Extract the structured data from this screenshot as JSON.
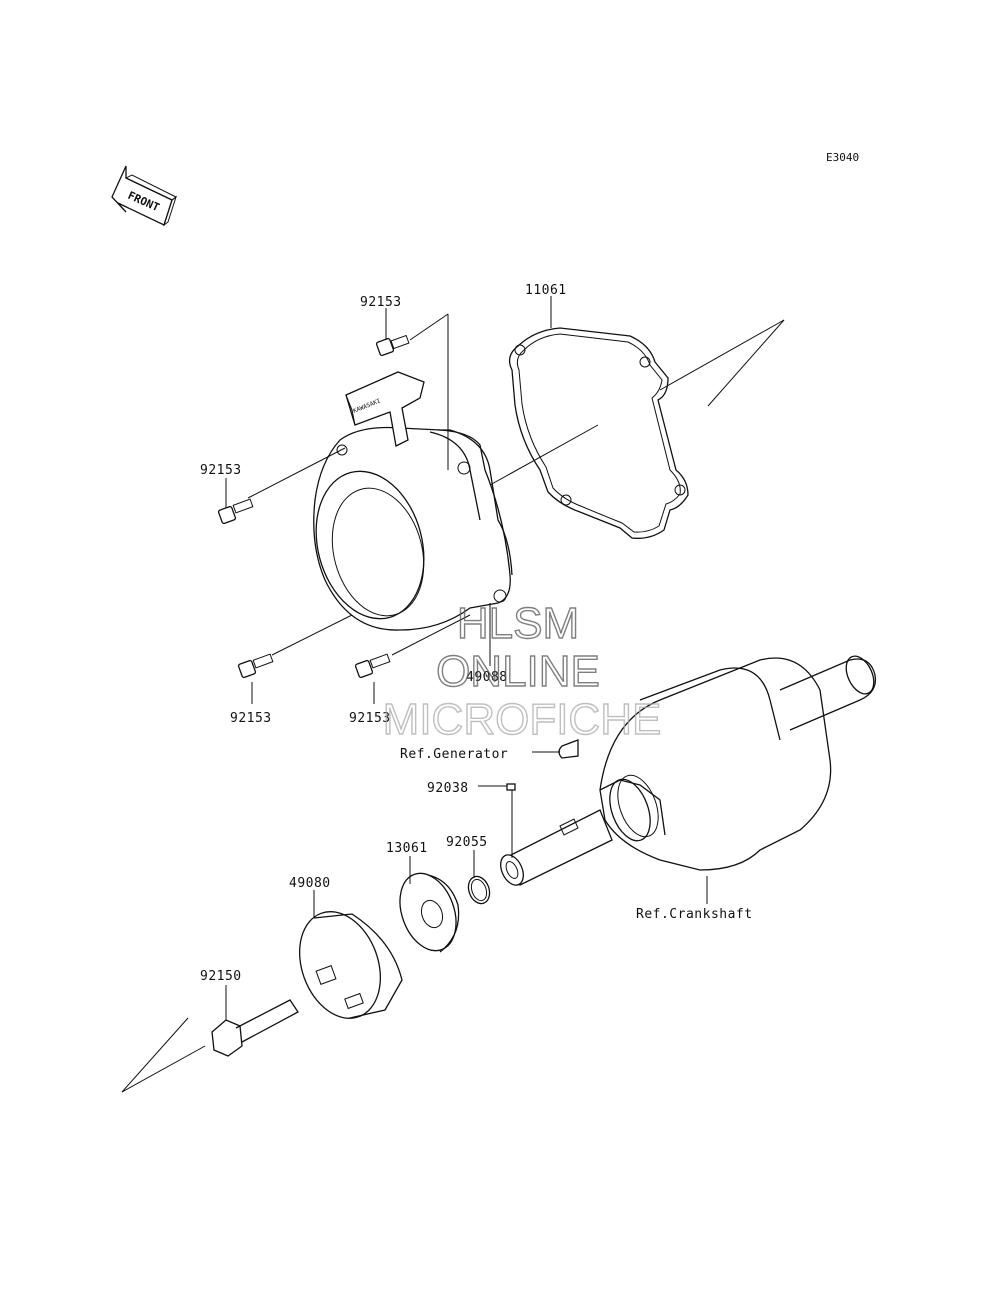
{
  "diagram": {
    "code": "E3040",
    "front_arrow_label": "FRONT",
    "labels": {
      "p11061": "11061",
      "p92153_top": "92153",
      "p92153_left": "92153",
      "p92153_bl": "92153",
      "p92153_bc": "92153",
      "p49088": "49088",
      "ref_generator": "Ref.Generator",
      "p92038": "92038",
      "p92055": "92055",
      "p13061": "13061",
      "p49080": "49080",
      "p92150": "92150",
      "ref_crankshaft": "Ref.Crankshaft",
      "cover_brand": "KAWASAKI"
    },
    "watermark": {
      "line1": "HLSM",
      "line2": "ONLINE",
      "line3": "MICROFICHE"
    }
  }
}
